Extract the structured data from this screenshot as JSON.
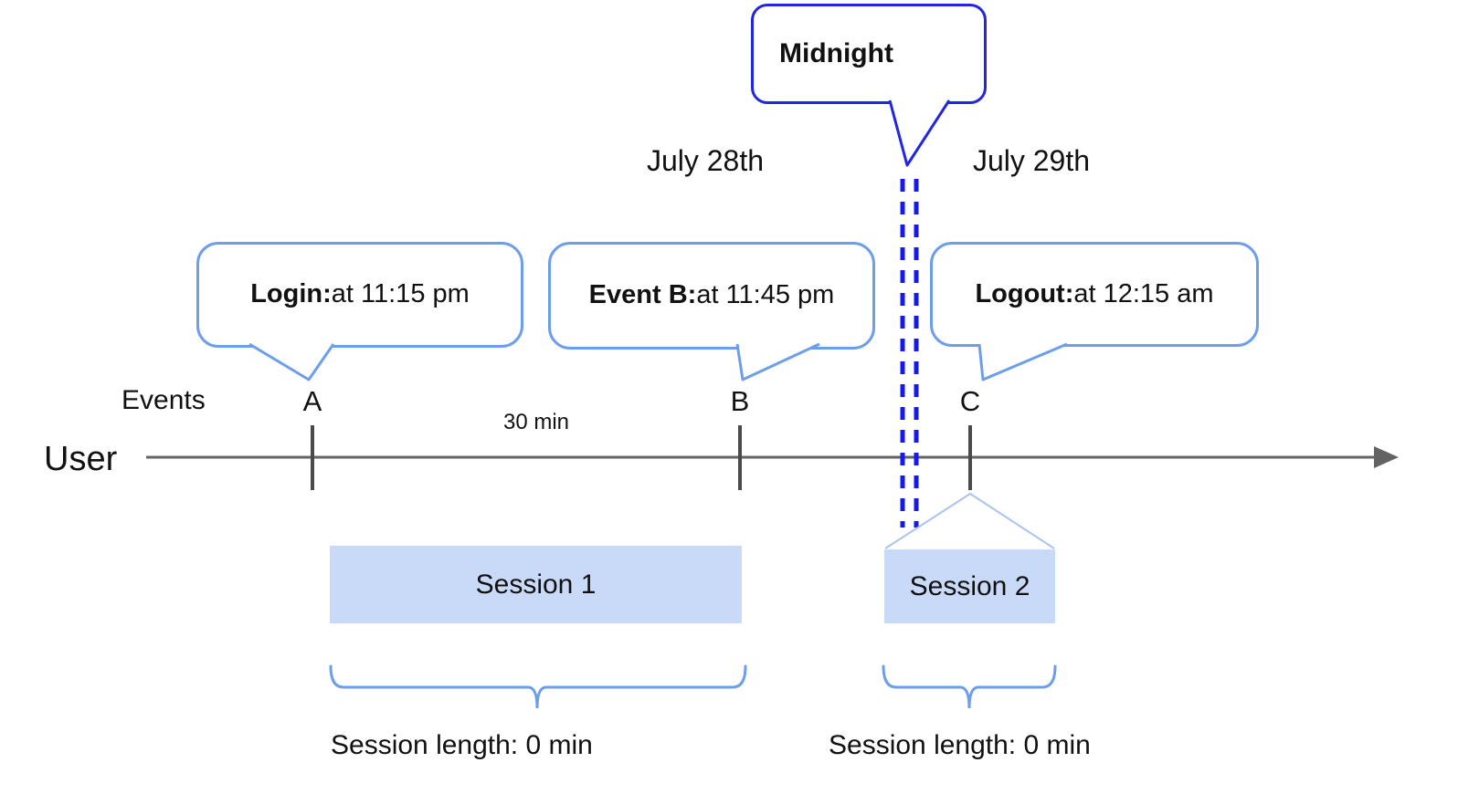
{
  "diagram": {
    "midnight_callout": {
      "text": "Midnight"
    },
    "dates": {
      "left": "July 28th",
      "right": "July 29th"
    },
    "axis": {
      "events_label": "Events",
      "user_label": "User",
      "interval_label": "30 min"
    },
    "event_markers": {
      "a": "A",
      "b": "B",
      "c": "C"
    },
    "callouts": {
      "login": {
        "title": "Login:",
        "detail": " at 11:15 pm"
      },
      "event_b": {
        "title": "Event B:",
        "detail": " at 11:45 pm"
      },
      "logout": {
        "title": "Logout:",
        "detail": " at 12:15 am"
      }
    },
    "sessions": {
      "s1": {
        "label": "Session 1",
        "length": "Session length: 0 min"
      },
      "s2": {
        "label": "Session 2",
        "length": "Session length: 0 min"
      }
    },
    "colors": {
      "callout_border": "#6d9eeb",
      "midnight_border": "#2126e0",
      "midnight_dashes": "#1518f0",
      "session_fill": "#c9daf8",
      "timeline_gray": "#636363",
      "tick_gray": "#4a4a4a",
      "funnel_blue": "#a9c4f4",
      "brace_blue": "#6d9eeb"
    }
  }
}
